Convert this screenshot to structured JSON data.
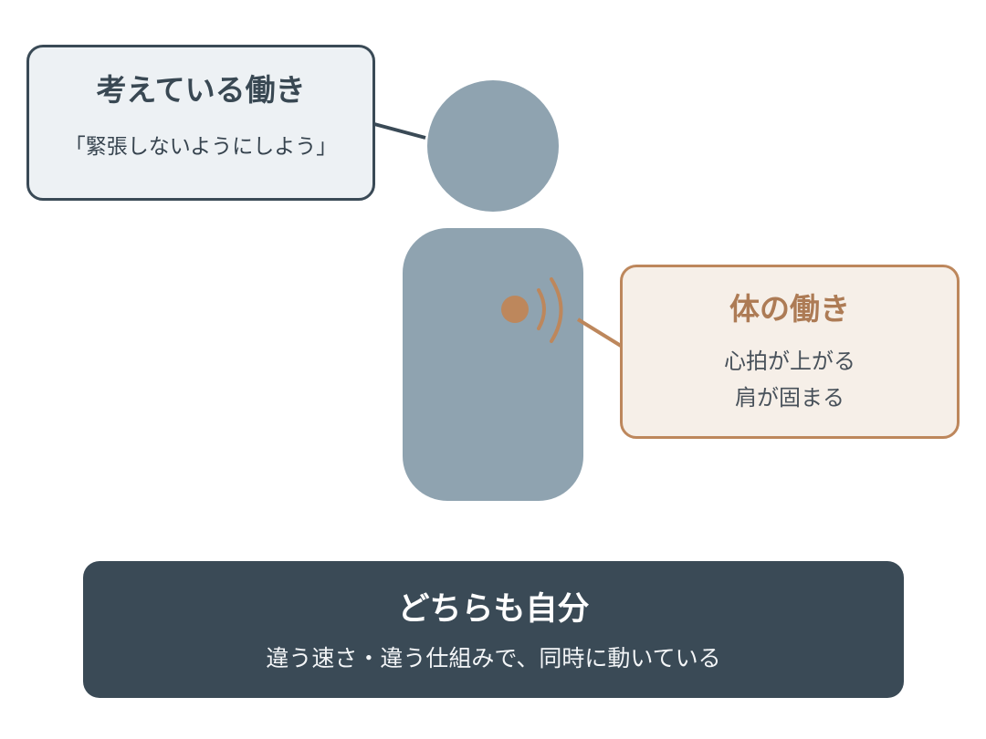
{
  "mind_callout": {
    "title": "考えている働き",
    "thought": "「緊張しないようにしよう」"
  },
  "body_callout": {
    "title": "体の働き",
    "lines": [
      "心拍が上がる",
      "肩が固まる"
    ]
  },
  "summary": {
    "title": "どちらも自分",
    "text": "違う速さ・違う仕組みで、同時に動いている"
  },
  "colors": {
    "mind_border": "#3a4a56",
    "mind_fill": "#edf1f4",
    "figure_fill": "#8fa3b0",
    "body_accent": "#bd875c",
    "body_fill": "#f6efe8",
    "summary_fill": "#3a4a56"
  }
}
